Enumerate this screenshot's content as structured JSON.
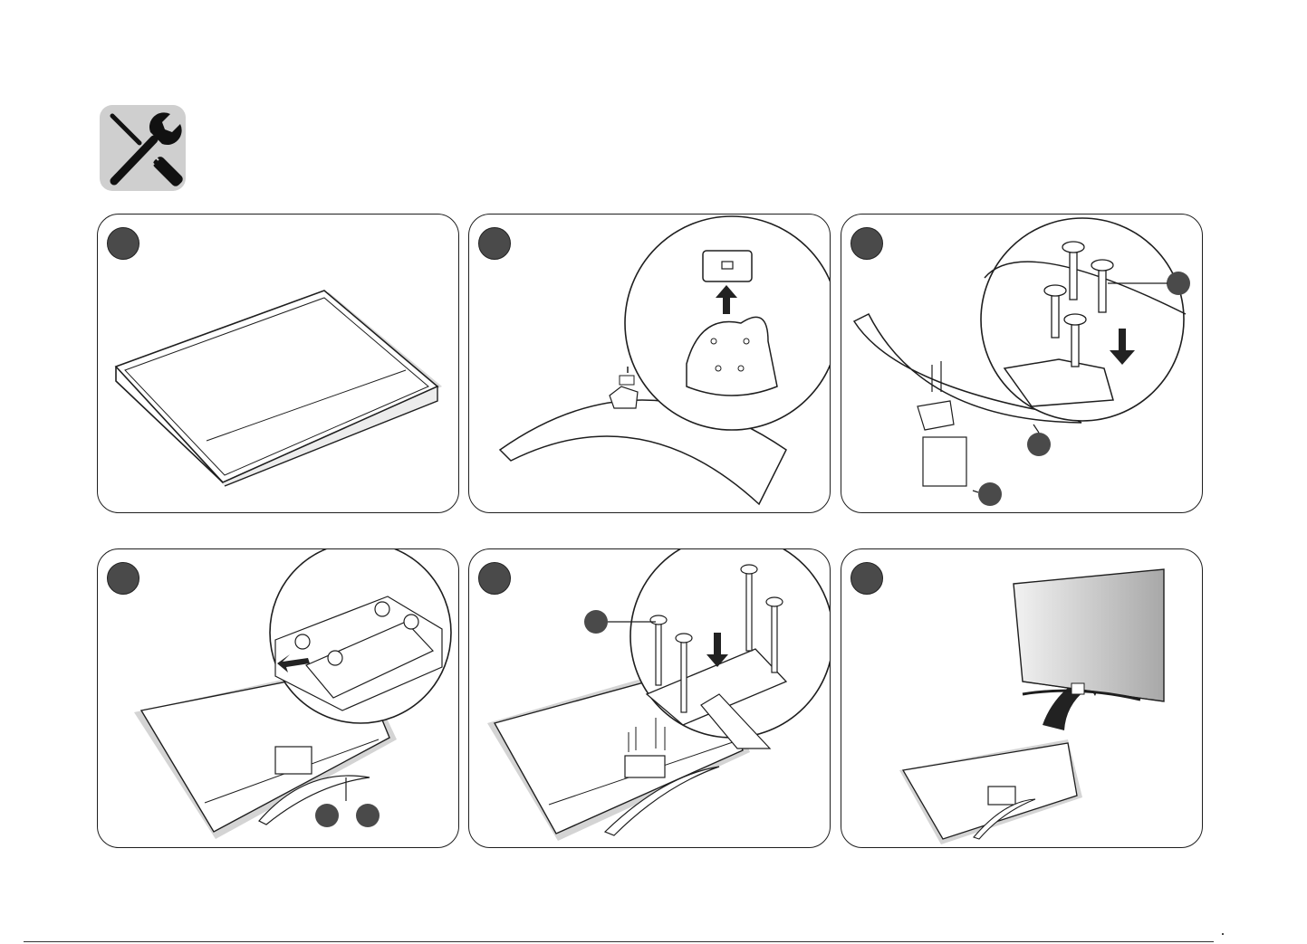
{
  "header": {
    "icon": "tools-icon"
  },
  "steps": [
    {
      "id": 1,
      "icon": "tv-in-packaging-icon"
    },
    {
      "id": 2,
      "icon": "stand-base-cover-icon"
    },
    {
      "id": 3,
      "icon": "stand-screw-assembly-icon"
    },
    {
      "id": 4,
      "icon": "attach-stand-to-tv-icon"
    },
    {
      "id": 5,
      "icon": "screw-stand-to-tv-icon"
    },
    {
      "id": 6,
      "icon": "lift-tv-upright-icon"
    }
  ],
  "colors": {
    "line": "#1e1e1e",
    "badge": "#4a4a4a",
    "tile": "#cfcfcf",
    "shadow": "#d4d4d4"
  }
}
